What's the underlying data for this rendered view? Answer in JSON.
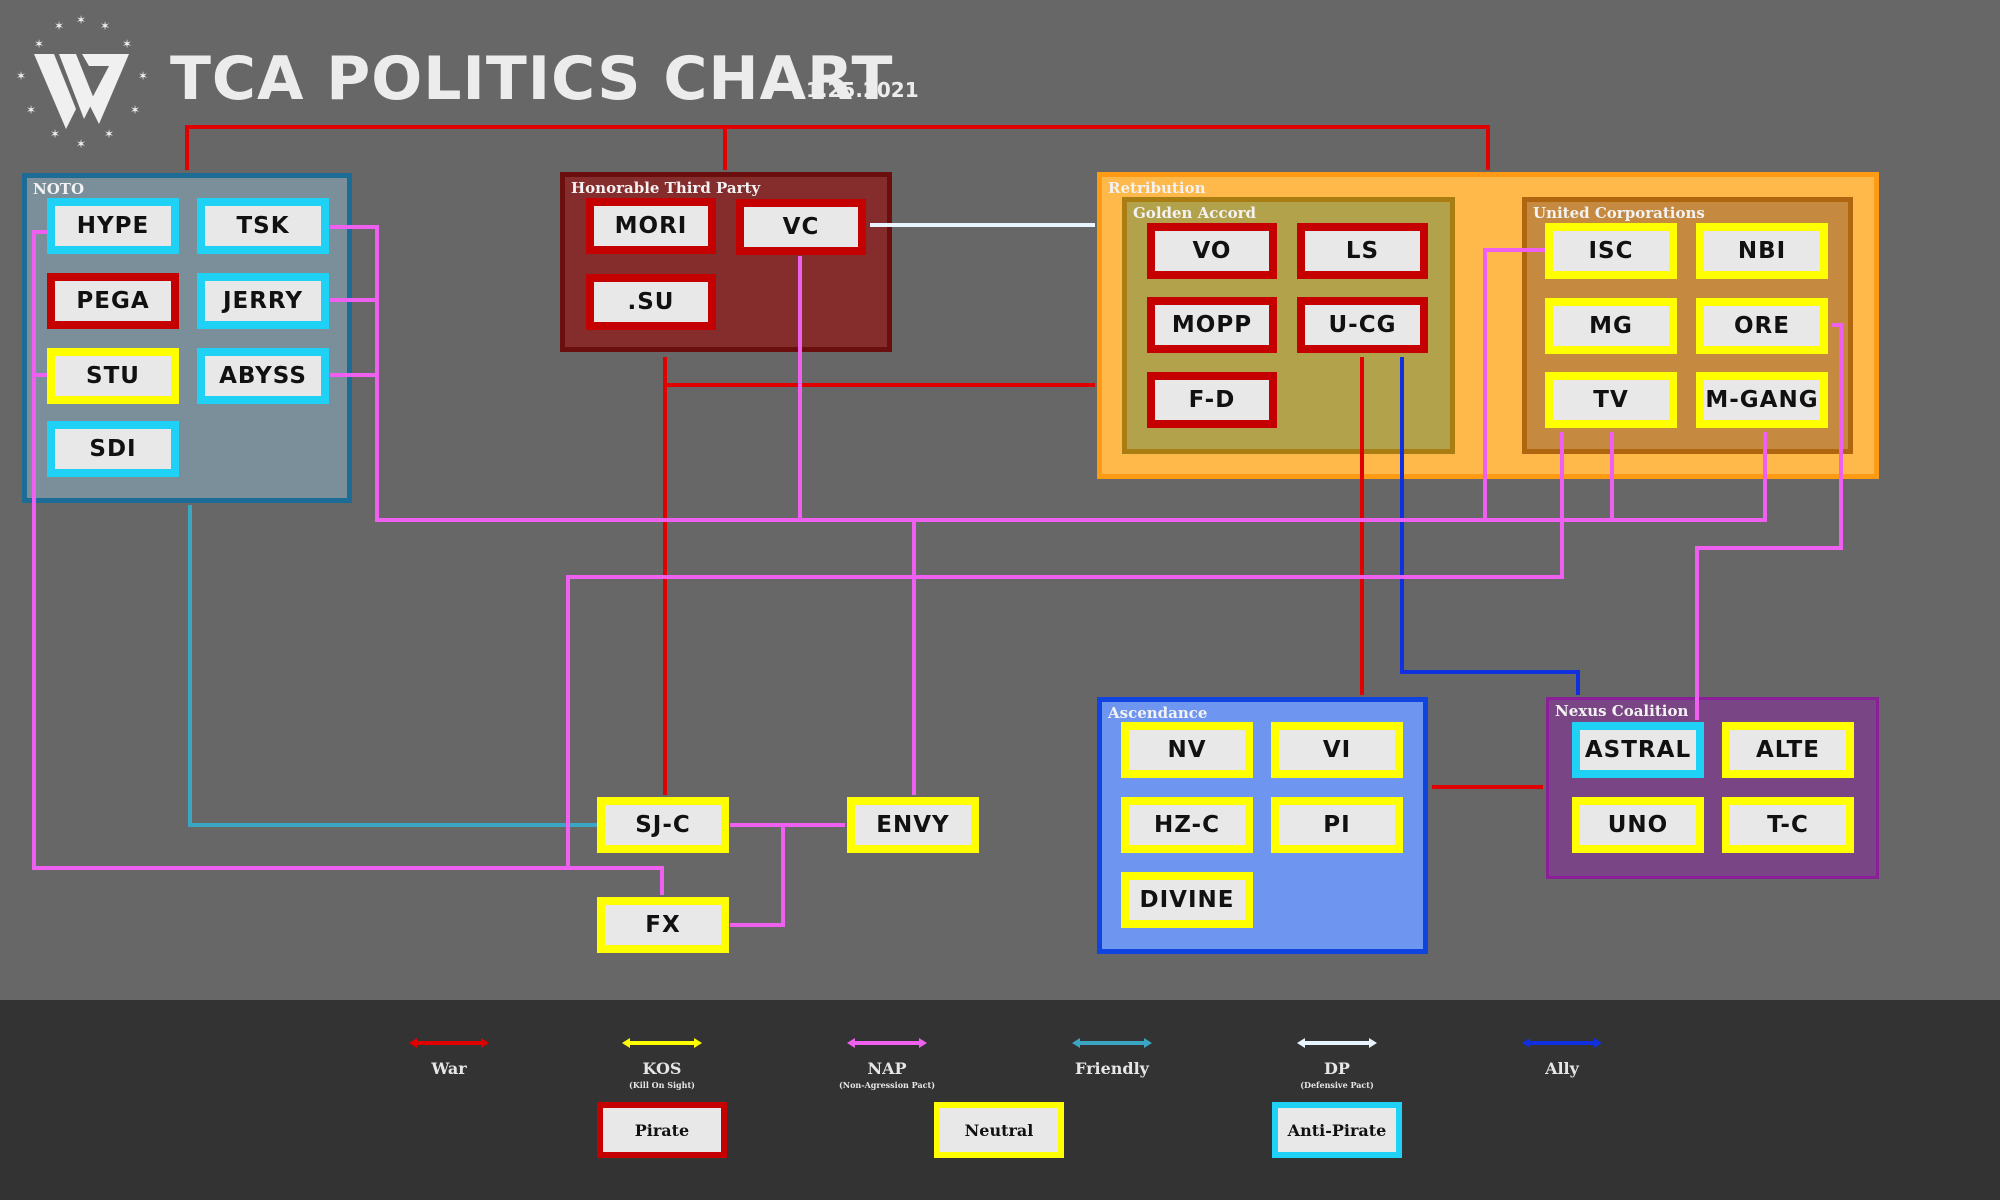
{
  "header": {
    "title": "TCA POLITICS CHART",
    "date": "1.25.2021"
  },
  "colors": {
    "pirate": "#c40000",
    "neutral": "#ffff00",
    "anti_pirate": "#1fd2f5",
    "war": "#e00000",
    "kos": "#ffff00",
    "nap": "#f060f0",
    "friendly": "#3aa6c4",
    "dp": "#e8f4ff",
    "ally": "#1030e0"
  },
  "groups": {
    "noto": "NOTO",
    "htp": "Honorable Third Party",
    "retribution": "Retribution",
    "golden_accord": "Golden Accord",
    "united": "United Corporations",
    "ascendance": "Ascendance",
    "nexus": "Nexus Coalition"
  },
  "nodes": {
    "hype": "HYPE",
    "tsk": "TSK",
    "pega": "PEGA",
    "jerry": "JERRY",
    "stu": "STU",
    "abyss": "ABYSS",
    "sdi": "SDI",
    "mori": "MORI",
    "vc": "VC",
    "su": ".SU",
    "vo": "VO",
    "ls": "LS",
    "mopp": "MOPP",
    "ucg": "U-CG",
    "fd": "F-D",
    "isc": "ISC",
    "nbi": "NBI",
    "mg": "MG",
    "ore": "ORE",
    "tv": "TV",
    "mgang": "M-GANG",
    "nv": "NV",
    "vi": "VI",
    "hzc": "HZ-C",
    "pi": "PI",
    "divine": "DIVINE",
    "astral": "ASTRAL",
    "alte": "ALTE",
    "uno": "UNO",
    "tc": "T-C",
    "sjc": "SJ-C",
    "envy": "ENVY",
    "fx": "FX"
  },
  "legend": {
    "war": "War",
    "kos": "KOS",
    "kos_sub": "(Kill On Sight)",
    "nap": "NAP",
    "nap_sub": "(Non-Agression Pact)",
    "friendly": "Friendly",
    "dp": "DP",
    "dp_sub": "(Defensive Pact)",
    "ally": "Ally",
    "pirate": "Pirate",
    "neutral": "Neutral",
    "anti_pirate": "Anti-Pirate"
  }
}
